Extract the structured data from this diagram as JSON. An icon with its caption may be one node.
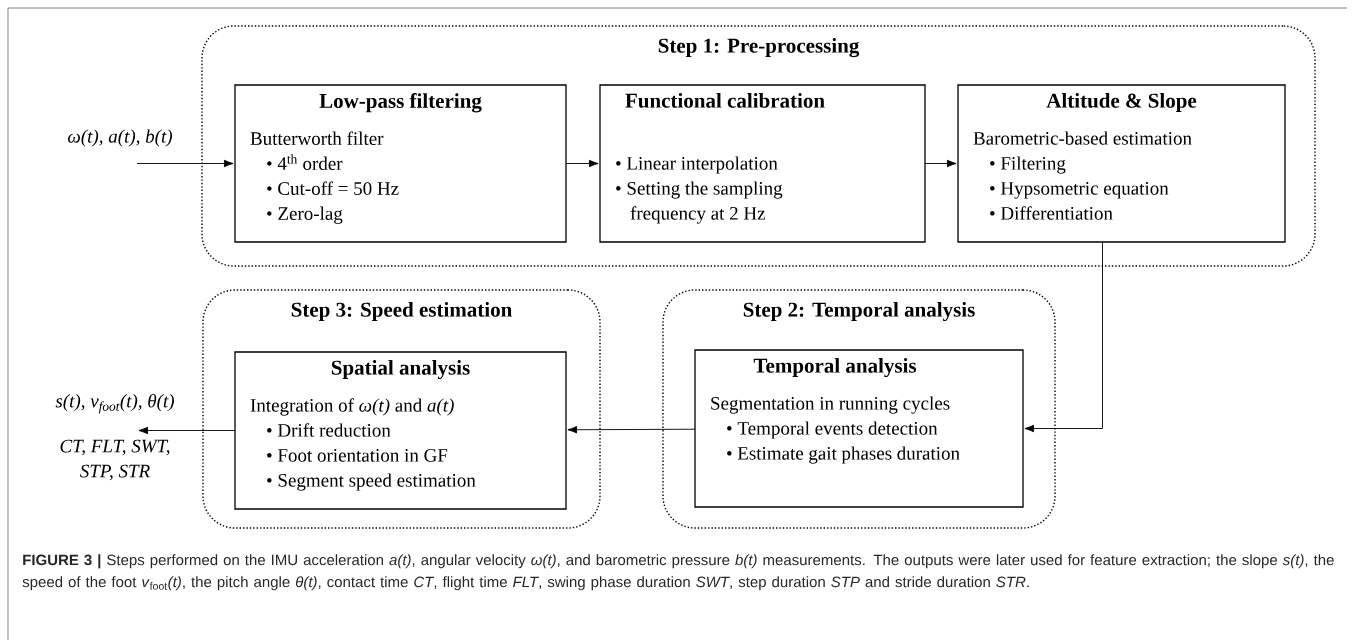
{
  "diagram": {
    "caption": "**FIGURE 3 |** Steps performed on the IMU acceleration *a(t)*, angular velocity *ω(t)*, and barometric pressure *b(t)* measurements. The outputs were later used for feature extraction; the slope *s(t)*, the speed of the foot *v*$_{foot}$*(t)*, the pitch angle *θ(t)*, contact time *CT*, flight time *FLT*, swing phase duration *SWT*, step duration *STP* and stride duration *STR*.",
    "nodes": [
      {
        "text": [
          "Step 1: Pre-processing"
        ]
      },
      {
        "text": [
          "Low-pass filtering",
          "Butterworth filter",
          "• 4$^{th}$ order",
          "• Cut-off = 50 Hz",
          "• Zero-lag"
        ],
        "in": 0
      },
      {
        "text": [
          "Functional calibration",
          "• Linear interpolation",
          "• Setting the sampling frequency at 2 Hz"
        ],
        "in": 0
      },
      {
        "text": [
          "Altitude & Slope",
          "Barometric-based estimation",
          "• Filtering",
          "• Hypsometric equation",
          "• Differentiation"
        ],
        "in": 0
      },
      {
        "text": [
          "Step 2: Temporal analysis"
        ]
      },
      {
        "text": [
          "Temporal analysis",
          "Segmentation in running cycles",
          "• Temporal events detection",
          "• Estimate gait phases duration"
        ],
        "in": 4
      },
      {
        "text": [
          "Step 3: Speed estimation"
        ]
      },
      {
        "text": [
          "Spatial analysis",
          "Integration of *ω(t)* and *a(t)*",
          "• Drift reduction",
          "• Foot orientation in GF",
          "• Segment speed estimation"
        ],
        "in": 6
      },
      {
        "text": [
          "ω(t), a(t), b(t)"
        ]
      },
      {
        "text": [
          "s(t), v$_{foot}$(t), θ(t)",
          "CT, FLT, SWT, STP, STR"
        ]
      }
    ],
    "edges": [
      {
        "from": 8,
        "to": 1,
        "arrow": "to"
      },
      {
        "from": 1,
        "to": 2,
        "arrow": "to"
      },
      {
        "from": 2,
        "to": 3,
        "arrow": "to"
      },
      {
        "from": 3,
        "to": 5,
        "arrow": "to"
      },
      {
        "from": 5,
        "to": 7,
        "arrow": "to"
      },
      {
        "from": 7,
        "to": 9,
        "arrow": "to"
      }
    ]
  }
}
